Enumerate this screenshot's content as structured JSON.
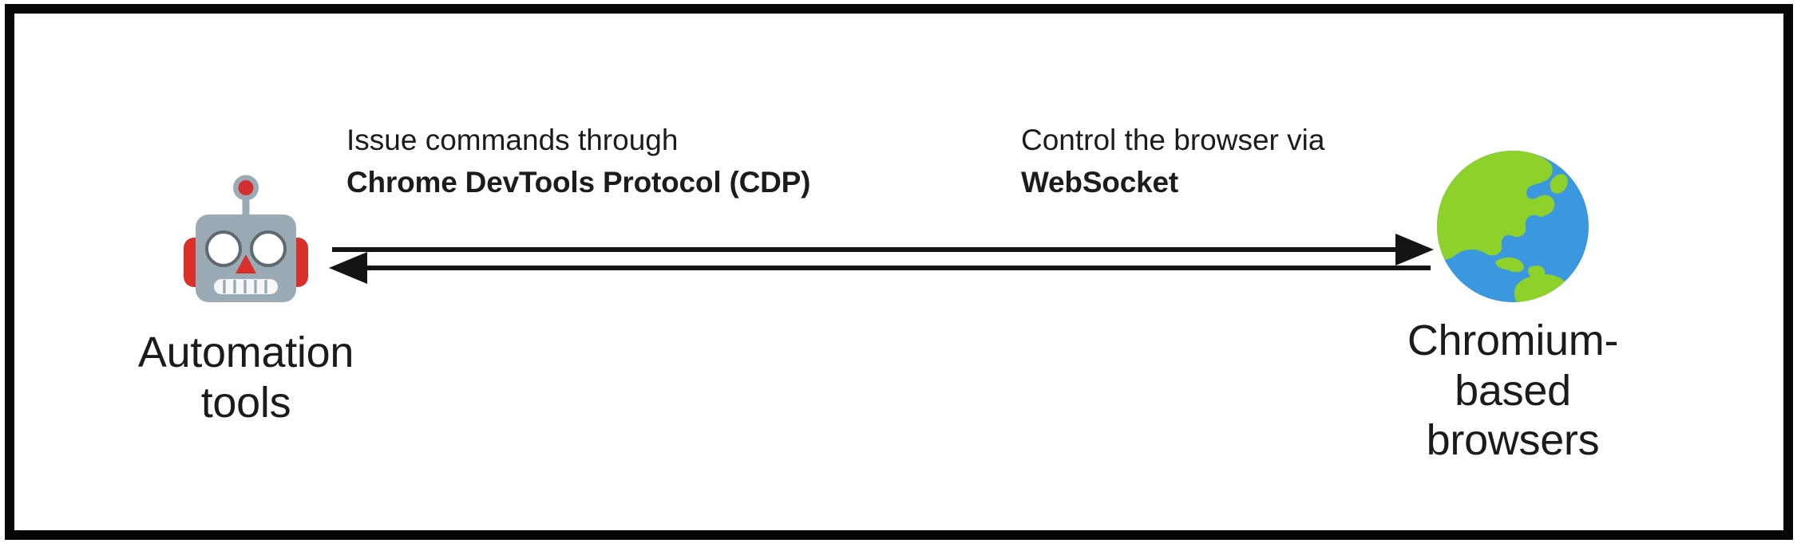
{
  "diagram": {
    "title": "Automation tools controlling Chromium-based browsers via CDP over WebSocket",
    "background_color": "#ffffff",
    "border_color": "#060606",
    "text_color": "#1b1b1b",
    "nodes": [
      {
        "id": "automation-tools",
        "icon": "robot-icon",
        "icon_glyph": "robot",
        "caption": "Automation\ntools",
        "colors": {
          "head": "#9aabb6",
          "ear": "#d32f2f",
          "antenna_dot": "#d32f2f",
          "eye": "#ffffff",
          "eye_outline": "#5f6b70",
          "nose": "#d32f2f",
          "mouth": "#f2f4f5"
        }
      },
      {
        "id": "chromium-browsers",
        "icon": "globe-icon",
        "icon_glyph": "globe-asia-australia",
        "caption": "Chromium-based\nbrowsers",
        "colors": {
          "ocean": "#3b97de",
          "land": "#8ed12a",
          "ocean_shade": "#2d86cf"
        }
      }
    ],
    "edges": [
      {
        "id": "edge-commands",
        "direction": "left-to-right",
        "arrowhead": "right",
        "line_color": "#141414",
        "label": {
          "line1": "Issue commands through",
          "line2": "Chrome DevTools Protocol (CDP)",
          "line2_weight": "bold"
        }
      },
      {
        "id": "edge-control",
        "direction": "right-to-left",
        "arrowhead": "left",
        "line_color": "#141414",
        "label": {
          "line1": "Control the browser via",
          "line2": "WebSocket",
          "line2_weight": "bold"
        }
      }
    ]
  }
}
